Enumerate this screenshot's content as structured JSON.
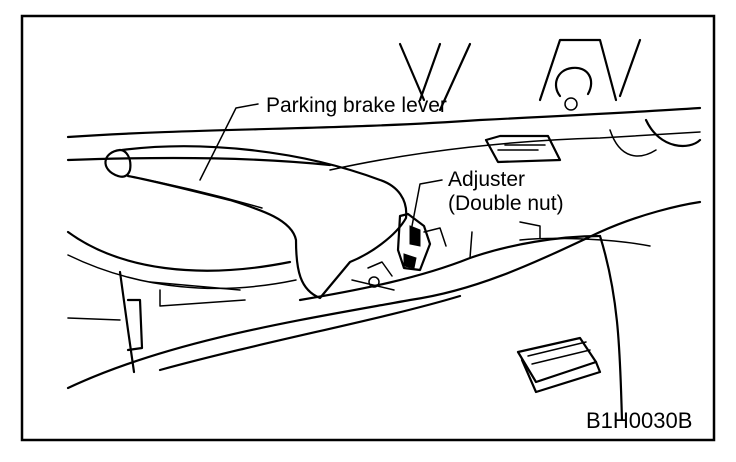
{
  "labels": {
    "lever": "Parking brake lever",
    "adjuster_line1": "Adjuster",
    "adjuster_line2": "(Double nut)"
  },
  "figure_code": "B1H0030B"
}
